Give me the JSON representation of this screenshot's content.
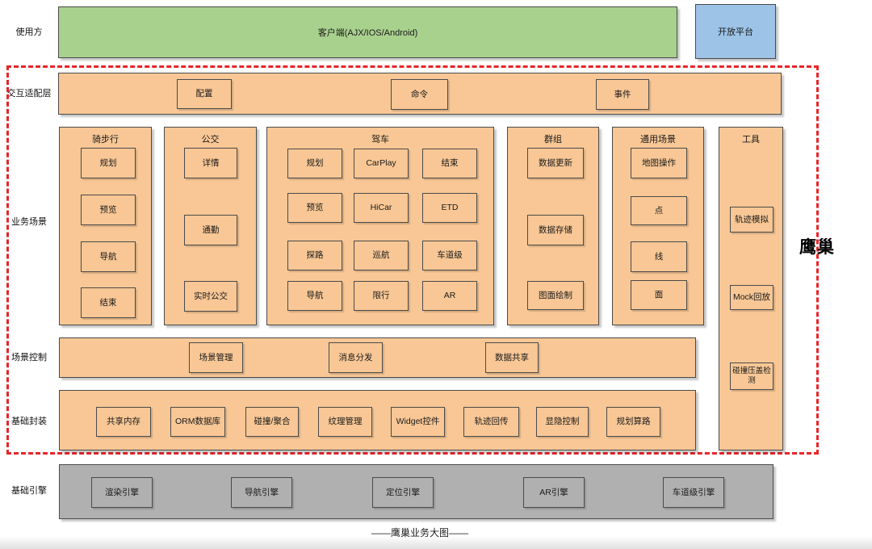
{
  "palette": {
    "orange": "#f8c795",
    "green": "#a9d18e",
    "blue": "#9dc3e6",
    "gray": "#b0b0b0",
    "red": "#e8252a",
    "border": "#4a4a4a",
    "text": "#1a1a1a"
  },
  "top": {
    "user_label": "使用方",
    "client": "客户端(AJX/IOS/Android)",
    "open_platform": "开放平台"
  },
  "adapter": {
    "label": "交互适配层",
    "nodes": [
      "配置",
      "命令",
      "事件"
    ]
  },
  "business": {
    "label": "业务场景",
    "columns": [
      {
        "title": "骑步行",
        "items": [
          "规划",
          "预览",
          "导航",
          "结束"
        ]
      },
      {
        "title": "公交",
        "items": [
          "详情",
          "通勤",
          "实时公交"
        ]
      },
      {
        "title": "驾车",
        "items": [
          "规划",
          "CarPlay",
          "结束",
          "预览",
          "HiCar",
          "ETD",
          "探路",
          "巡航",
          "车道级",
          "导航",
          "限行",
          "AR"
        ]
      },
      {
        "title": "群组",
        "items": [
          "数据更新",
          "数据存储",
          "图面绘制"
        ]
      },
      {
        "title": "通用场景",
        "items": [
          "地图操作",
          "点",
          "线",
          "面"
        ]
      },
      {
        "title": "工具",
        "items": [
          "轨迹模拟",
          "Mock回放",
          "碰撞压盖检测"
        ]
      }
    ]
  },
  "scene": {
    "label": "场景控制",
    "nodes": [
      "场景管理",
      "消息分发",
      "数据共享"
    ]
  },
  "base": {
    "label": "基础封装",
    "nodes": [
      "共享内存",
      "ORM数据库",
      "碰撞/聚合",
      "纹理管理",
      "Widget控件",
      "轨迹回传",
      "显隐控制",
      "规划算路"
    ]
  },
  "engine": {
    "label": "基础引擎",
    "nodes": [
      "渲染引擎",
      "导航引擎",
      "定位引擎",
      "AR引擎",
      "车道级引擎"
    ]
  },
  "region_label": "鹰巢",
  "caption": "——鹰巢业务大图——"
}
